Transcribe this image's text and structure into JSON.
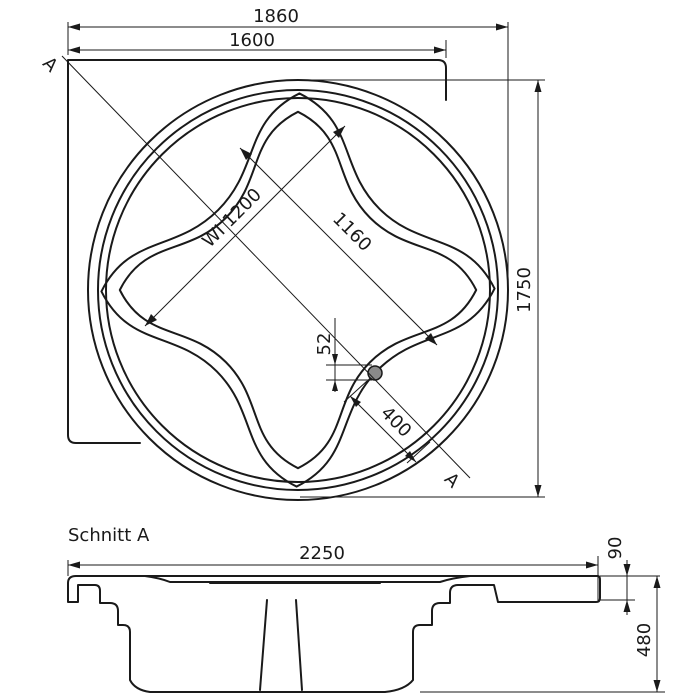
{
  "plan_view": {
    "dim_overall_width": "1860",
    "dim_panel_width": "1600",
    "dim_overall_depth": "1750",
    "dim_inner_width": "WI 1200",
    "dim_inner_diagonal": "1160",
    "dim_drain_offset": "52",
    "dim_drain_distance": "400",
    "section_marker_top": "A",
    "section_marker_bottom": "A"
  },
  "section_view": {
    "title": "Schnitt A",
    "dim_length": "2250",
    "dim_rim": "90",
    "dim_height": "480"
  }
}
